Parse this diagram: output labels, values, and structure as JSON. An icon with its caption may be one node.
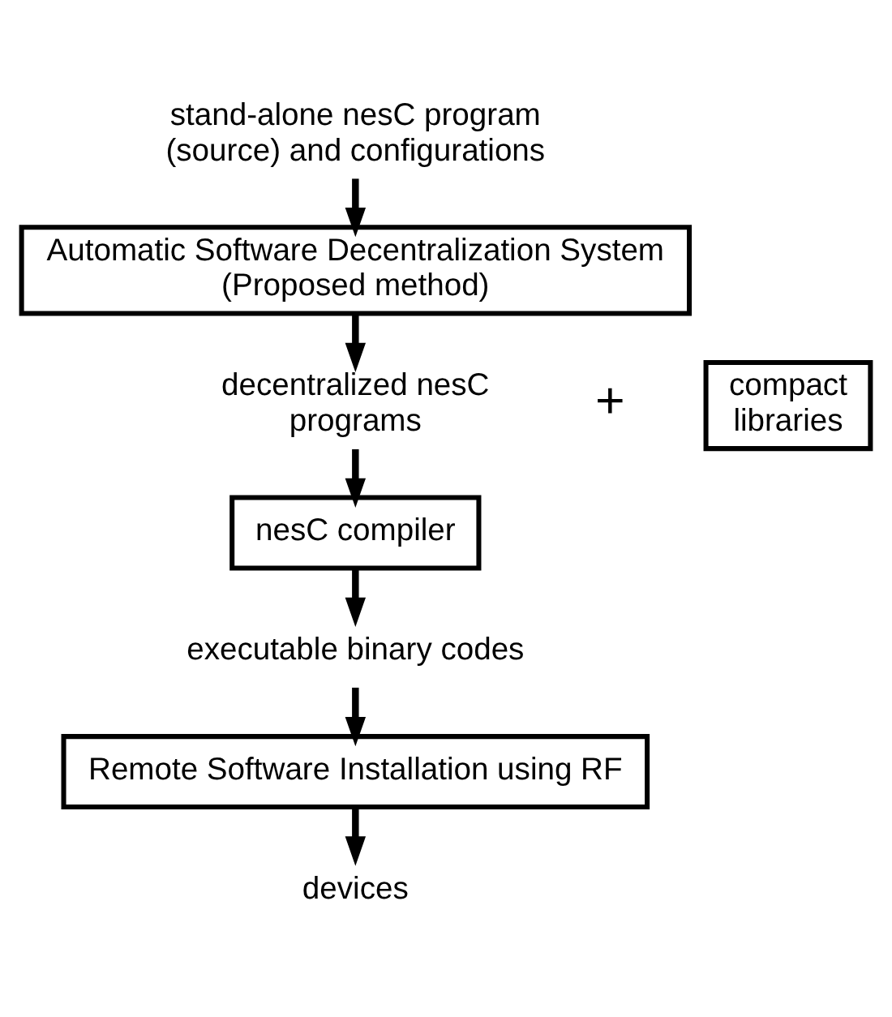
{
  "diagram": {
    "nodes": [
      {
        "text": [
          "stand-alone nesC program (source) and configurations"
        ]
      },
      {
        "text": [
          "Automatic Software Decentralization System",
          "(Proposed method)"
        ]
      },
      {
        "text": [
          "decentralized nesC programs"
        ]
      },
      {
        "text": [
          "compact libraries"
        ]
      },
      {
        "text": [
          "nesC compiler"
        ]
      },
      {
        "text": [
          "executable binary codes"
        ]
      },
      {
        "text": [
          "Remote Software Installation using RF"
        ]
      },
      {
        "text": [
          "devices"
        ]
      }
    ],
    "edges": [
      {
        "from": 0,
        "to": 1,
        "arrow": "to"
      },
      {
        "from": 1,
        "to": 2,
        "arrow": "to"
      },
      {
        "from": 2,
        "to": 4,
        "arrow": "to"
      },
      {
        "from": 4,
        "to": 5,
        "arrow": "to"
      },
      {
        "from": 5,
        "to": 6,
        "arrow": "to"
      },
      {
        "from": 6,
        "to": 7,
        "arrow": "to"
      }
    ],
    "labels": [
      "+"
    ]
  }
}
